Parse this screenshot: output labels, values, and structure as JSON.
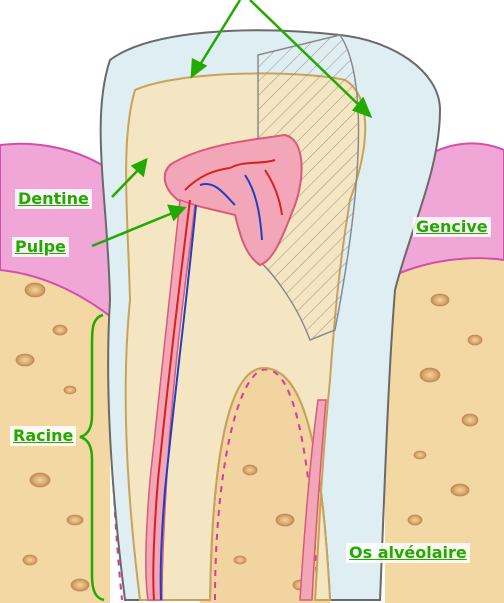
{
  "labels": {
    "dentine": "Dentine",
    "pulpe": "Pulpe",
    "gencive": "Gencive",
    "racine": "Racine",
    "os_alveolaire": "Os alvéolaire"
  },
  "colors": {
    "label": "#22aa00",
    "arrow": "#22aa00",
    "bone": "#f3d9a6",
    "gum": "#e87fc6",
    "enamel": "#dfeef2",
    "dentine": "#f4e7c4",
    "pulp": "#f3a6b8",
    "vessel_red": "#d82020",
    "vessel_blue": "#2040c0"
  }
}
